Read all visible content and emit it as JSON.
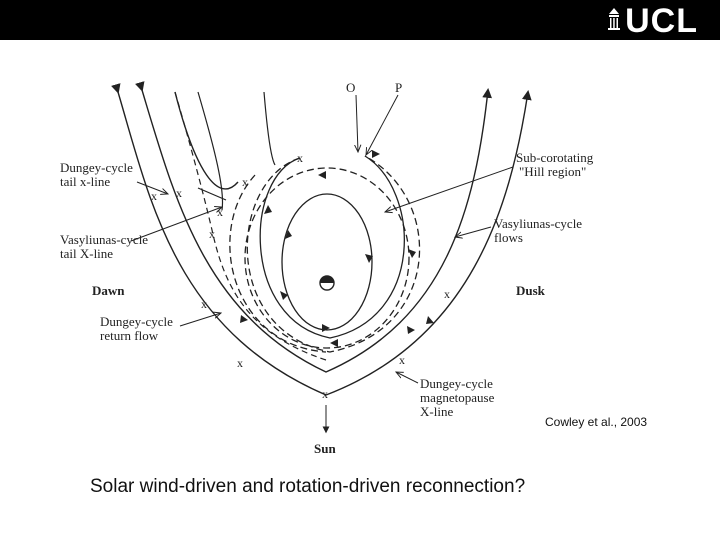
{
  "header": {
    "logo_text": "UCL",
    "background_color": "#000000",
    "logo_color": "#ffffff"
  },
  "diagram": {
    "labels": {
      "top_left": "O",
      "top_right": "P",
      "dungey_tail_1": "Dungey-cycle",
      "dungey_tail_2": "tail x-line",
      "vasyliunas_tail_1": "Vasyliunas-cycle",
      "vasyliunas_tail_2": "tail X-line",
      "dawn": "Dawn",
      "dungey_return_1": "Dungey-cycle",
      "dungey_return_2": "return flow",
      "sub_corotating_1": "Sub-corotating",
      "sub_corotating_2": "\"Hill region\"",
      "vasyliunas_flows_1": "Vasyliunas-cycle",
      "vasyliunas_flows_2": "flows",
      "dusk": "Dusk",
      "dungey_magnetopause_1": "Dungey-cycle",
      "dungey_magnetopause_2": "magnetopause",
      "dungey_magnetopause_3": "X-line",
      "sun": "Sun"
    },
    "x_marker": "x"
  },
  "citation": "Cowley et al., 2003",
  "caption": "Solar wind-driven and rotation-driven reconnection?"
}
